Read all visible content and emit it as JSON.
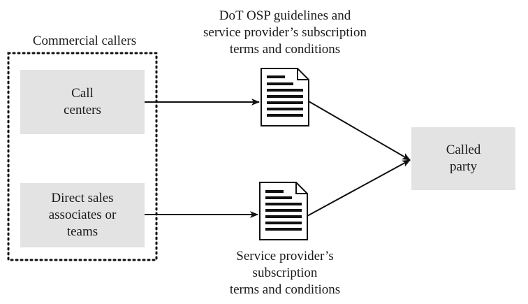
{
  "group": {
    "title": "Commercial callers"
  },
  "sources": [
    {
      "lines": [
        "Call",
        "centers"
      ]
    },
    {
      "lines": [
        "Direct sales",
        "associates or",
        "teams"
      ]
    }
  ],
  "documents": [
    {
      "caption_lines": [
        "DoT OSP guidelines and",
        "service provider’s subscription",
        "terms and conditions"
      ]
    },
    {
      "caption_lines": [
        "Service provider’s",
        "subscription",
        "terms and conditions"
      ]
    }
  ],
  "target": {
    "lines": [
      "Called",
      "party"
    ]
  },
  "colors": {
    "box_fill": "#e3e3e3",
    "stroke": "#111111"
  }
}
